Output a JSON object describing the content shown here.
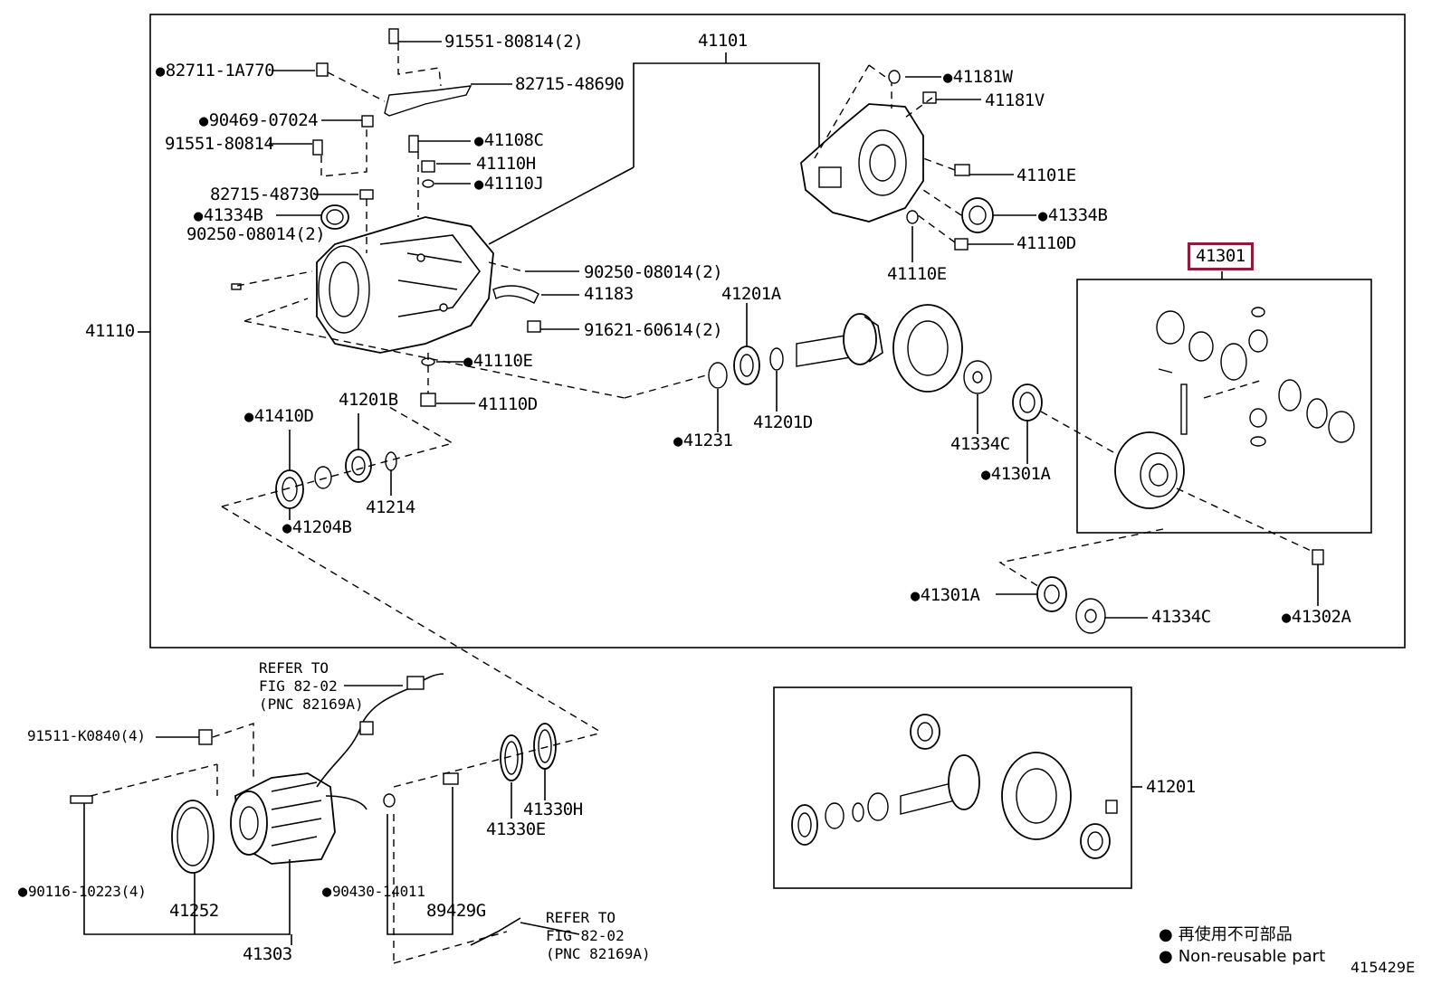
{
  "labels": {
    "p82711": "82711-1A770",
    "p91551a": "91551-80814(2)",
    "p82715a": "82715-48690",
    "p90469": "90469-07024",
    "p91551b": "91551-80814",
    "p41108c": "41108C",
    "p41110h": "41110H",
    "p41110j": "41110J",
    "p82715b": "82715-48730",
    "p41334b1": "41334B",
    "p90250a": "90250-08014(2)",
    "p90250b": "90250-08014(2)",
    "p41183": "41183",
    "p91621": "91621-60614(2)",
    "p41110": "41110",
    "p41110e1": "41110E",
    "p41110d1": "41110D",
    "p41101": "41101",
    "p41181w": "41181W",
    "p41181v": "41181V",
    "p41101e": "41101E",
    "p41334b2": "41334B",
    "p41110d2": "41110D",
    "p41110e2": "41110E",
    "p41301": "41301",
    "p41201a": "41201A",
    "p41231": "41231",
    "p41201d": "41201D",
    "p41334c1": "41334C",
    "p41301a1": "41301A",
    "p41410d": "41410D",
    "p41201b": "41201B",
    "p41214": "41214",
    "p41204b": "41204B",
    "p41301a2": "41301A",
    "p41334c2": "41334C",
    "p41302a": "41302A",
    "p91511": "91511-K0840(4)",
    "p90116": "90116-10223(4)",
    "p41252": "41252",
    "p90430": "90430-14011",
    "p41330e": "41330E",
    "p41330h": "41330H",
    "p89429g": "89429G",
    "p41303": "41303",
    "p41201": "41201"
  },
  "refer_top": [
    "REFER TO",
    "FIG 82-02",
    "(PNC 82169A)"
  ],
  "refer_bottom": [
    "REFER TO",
    "FIG 82-02",
    "(PNC 82169A)"
  ],
  "legend": {
    "line1": "再使用不可部品",
    "line2": "Non-reusable part"
  },
  "figure_id": "415429E",
  "highlight_color": "#8b1c3c"
}
